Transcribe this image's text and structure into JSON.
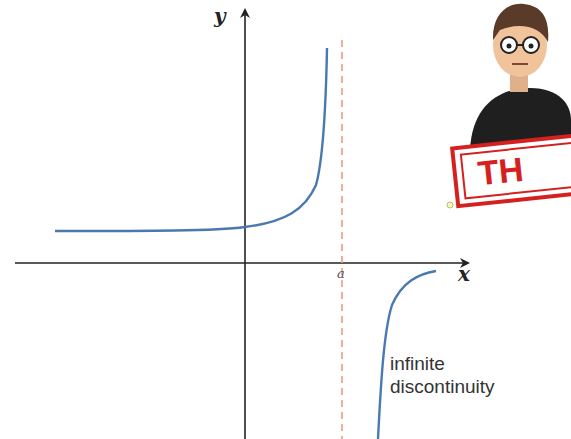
{
  "diagram": {
    "labels": [
      "y",
      "x",
      "a",
      "infinite discontinuity",
      "TH"
    ]
  }
}
